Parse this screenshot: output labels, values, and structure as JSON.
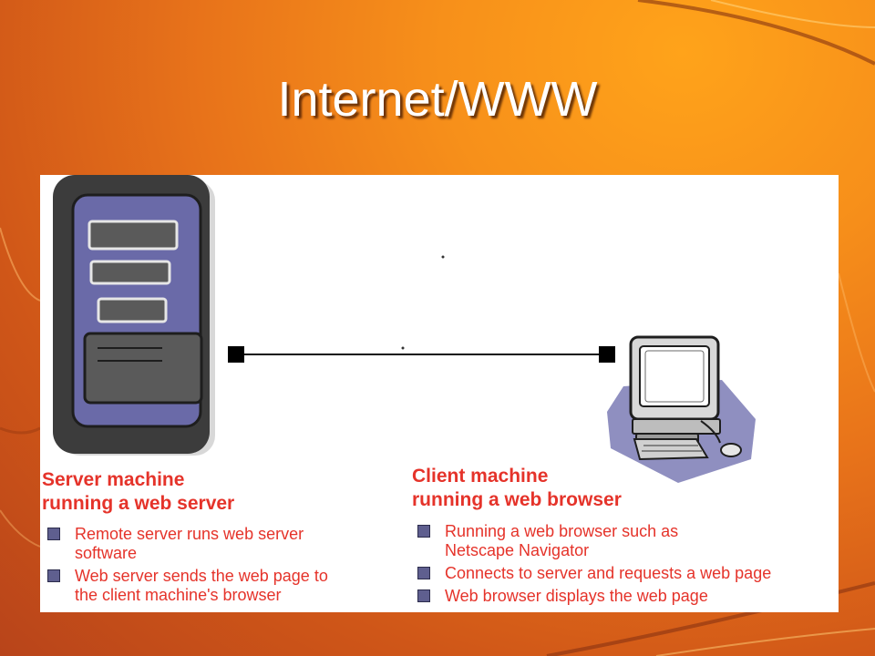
{
  "slide": {
    "title": "Internet/WWW"
  },
  "server": {
    "heading_line1": "Server machine",
    "heading_line2": "running a web server",
    "bullets": [
      {
        "line1": "Remote server runs web server",
        "line2": "software"
      },
      {
        "line1": "Web server sends the web page to",
        "line2": "the client machine's browser"
      }
    ]
  },
  "client": {
    "heading_line1": "Client machine",
    "heading_line2": "running a web browser",
    "bullets": [
      {
        "line1": "Running a web browser such as",
        "line2": "Netscape Navigator"
      },
      {
        "line1": "Connects to server and requests a web page",
        "line2": ""
      },
      {
        "line1": "Web browser displays the web page",
        "line2": ""
      }
    ]
  },
  "icons": {
    "server": "server-tower-icon",
    "client": "desktop-computer-icon",
    "bullet": "square-bullet-icon"
  },
  "colors": {
    "text_accent": "#e5332a",
    "server_body": "#6a6aa8",
    "bullet_fill": "#5f5f8f",
    "background_orange": "#f7901a"
  }
}
